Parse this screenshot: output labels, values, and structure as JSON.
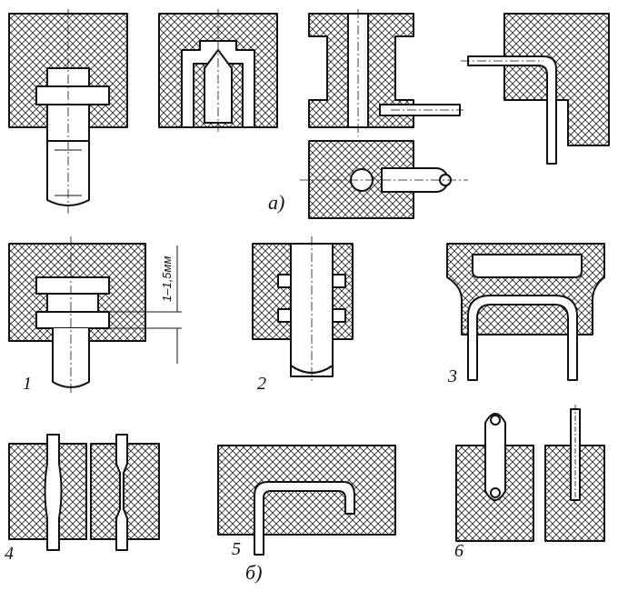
{
  "labels": {
    "group_a": "а)",
    "group_b": "б)",
    "fig1": "1",
    "fig2": "2",
    "fig3": "3",
    "fig4": "4",
    "fig5": "5",
    "fig6": "6",
    "dimension": "1–1,5мм"
  }
}
